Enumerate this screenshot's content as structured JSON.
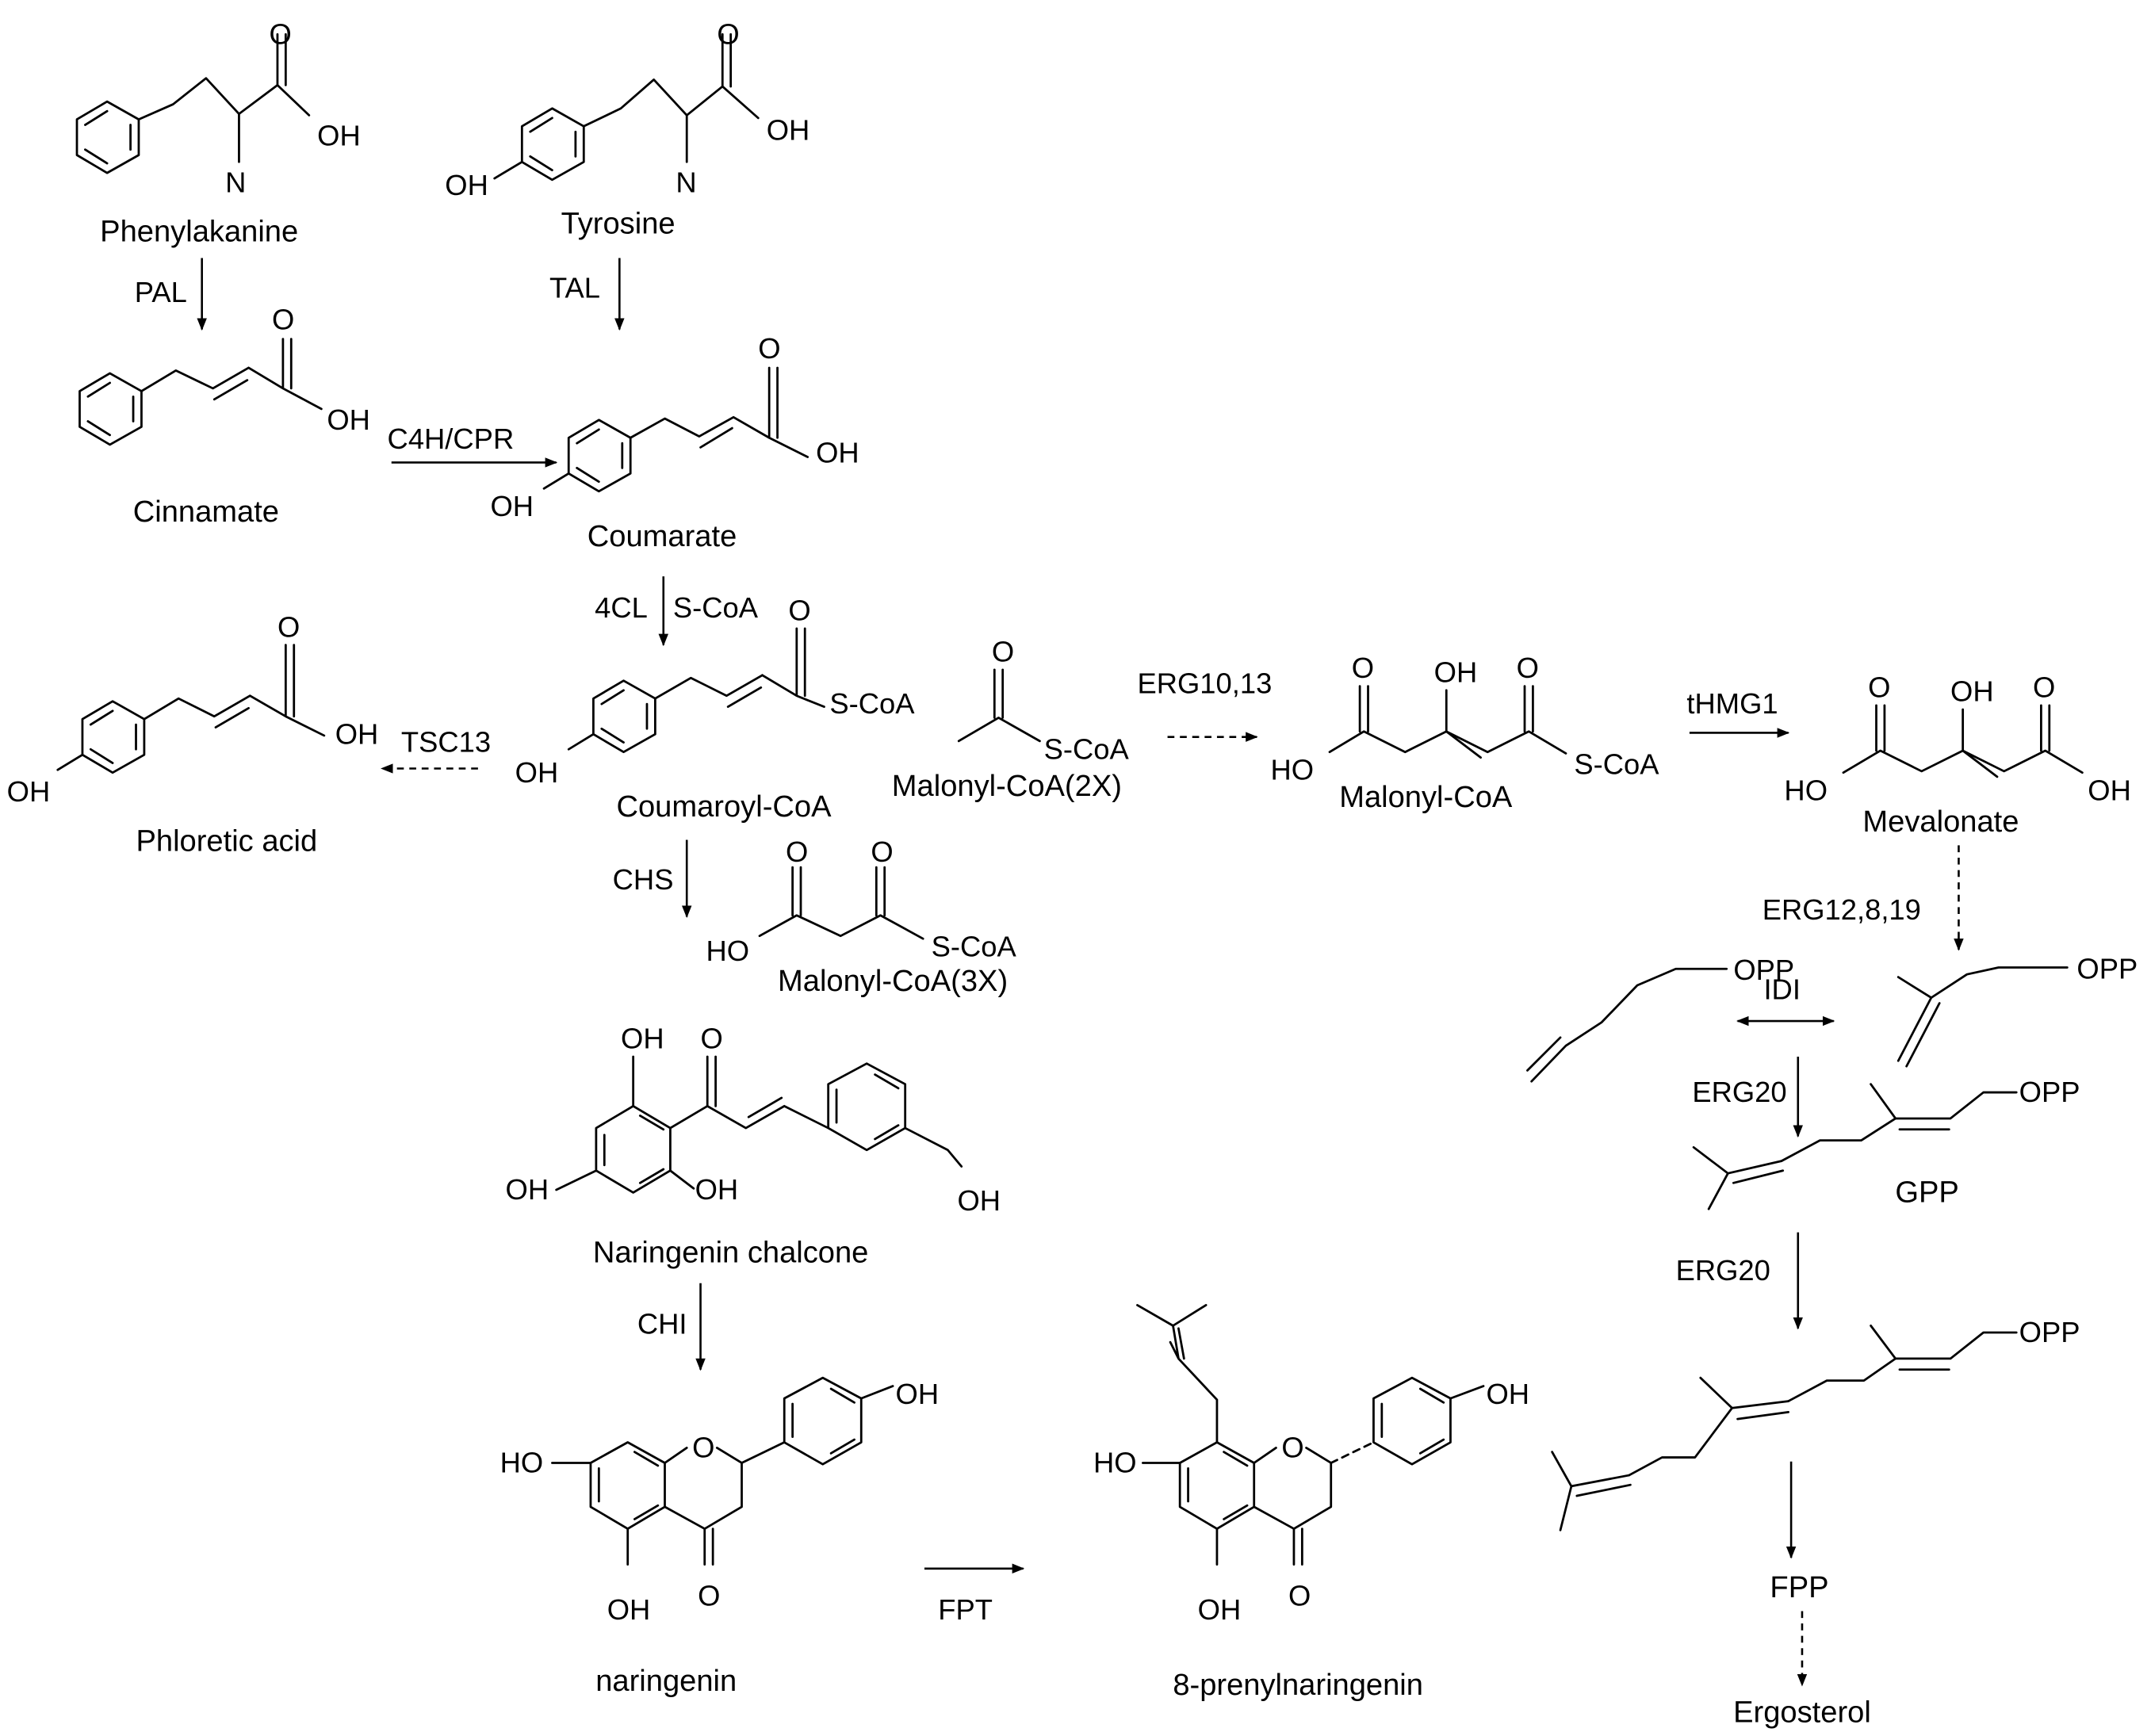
{
  "compounds": {
    "phenylalanine": "Phenylakanine",
    "tyrosine": "Tyrosine",
    "cinnamate": "Cinnamate",
    "coumarate": "Coumarate",
    "coumaroyl_coa": "Coumaroyl-CoA",
    "phloretic_acid": "Phloretic acid",
    "acetyl_coa": "Malonyl-CoA(2X)",
    "hmg_coa": "Malonyl-CoA",
    "mevalonate": "Mevalonate",
    "malonyl_coa_3x": "Malonyl-CoA(3X)",
    "naringenin_chalcone": "Naringenin chalcone",
    "naringenin": "naringenin",
    "prenylnaringenin": "8-prenylnaringenin",
    "gpp": "GPP",
    "fpp": "FPP",
    "ergosterol": "Ergosterol"
  },
  "enzymes": {
    "pal": "PAL",
    "tal": "TAL",
    "c4h": "C4H/CPR",
    "cl4": "4CL",
    "tsc13": "TSC13",
    "chs": "CHS",
    "chi": "CHI",
    "fpt": "FPT",
    "erg10": "ERG10,13",
    "thmg1": "tHMG1",
    "erg12": "ERG12,8,19",
    "idi": "IDI",
    "erg20_a": "ERG20",
    "erg20_b": "ERG20"
  },
  "atoms": {
    "O": "O",
    "OH": "OH",
    "HO": "HO",
    "N": "N",
    "SCoA": "S-CoA",
    "OPP": "OPP"
  }
}
